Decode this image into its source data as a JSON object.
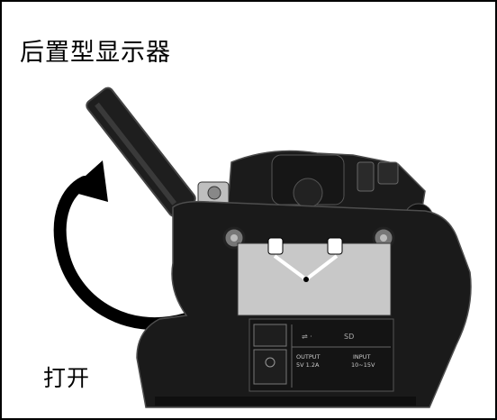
{
  "figure": {
    "title": "后置型显示器",
    "action_label": "打开"
  },
  "ports": {
    "output_label": "OUTPUT",
    "output_spec": "5V 1.2A",
    "input_label": "INPUT",
    "input_spec": "10~15V"
  },
  "colors": {
    "body": "#1a1a1a",
    "panel": "#c8c8c8",
    "arrow": "#000000"
  }
}
